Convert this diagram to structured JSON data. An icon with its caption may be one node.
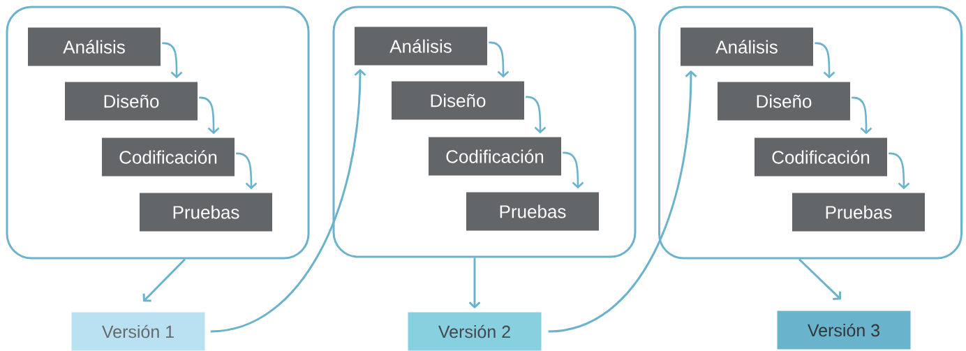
{
  "diagram": {
    "nodes": [
      {
        "text": [],
        "shape": "box"
      },
      {
        "text": [
          "Análisis"
        ],
        "in": 0
      },
      {
        "text": [
          "Diseño"
        ],
        "in": 0
      },
      {
        "text": [
          "Codificación"
        ],
        "in": 0
      },
      {
        "text": [
          "Pruebas"
        ],
        "in": 0
      },
      {
        "text": [],
        "shape": "box"
      },
      {
        "text": [
          "Análisis"
        ],
        "in": 5
      },
      {
        "text": [
          "Diseño"
        ],
        "in": 5
      },
      {
        "text": [
          "Codificación"
        ],
        "in": 5
      },
      {
        "text": [
          "Pruebas"
        ],
        "in": 5
      },
      {
        "text": [],
        "shape": "box"
      },
      {
        "text": [
          "Análisis"
        ],
        "in": 10
      },
      {
        "text": [
          "Diseño"
        ],
        "in": 10
      },
      {
        "text": [
          "Codificación"
        ],
        "in": 10
      },
      {
        "text": [
          "Pruebas"
        ],
        "in": 10
      },
      {
        "text": [
          "Versión 1"
        ]
      },
      {
        "text": [
          "Versión 2"
        ]
      },
      {
        "text": [
          "Versión 3"
        ]
      }
    ],
    "edges": [
      {
        "from": 1,
        "to": 2,
        "arrow": "to"
      },
      {
        "from": 2,
        "to": 3,
        "arrow": "to"
      },
      {
        "from": 3,
        "to": 4,
        "arrow": "to"
      },
      {
        "from": 6,
        "to": 7,
        "arrow": "to"
      },
      {
        "from": 7,
        "to": 8,
        "arrow": "to"
      },
      {
        "from": 8,
        "to": 9,
        "arrow": "to"
      },
      {
        "from": 11,
        "to": 12,
        "arrow": "to"
      },
      {
        "from": 12,
        "to": 13,
        "arrow": "to"
      },
      {
        "from": 13,
        "to": 14,
        "arrow": "to"
      },
      {
        "from": 0,
        "to": 15,
        "arrow": "to"
      },
      {
        "from": 15,
        "to": 6,
        "arrow": "to"
      },
      {
        "from": 5,
        "to": 16,
        "arrow": "to"
      },
      {
        "from": 16,
        "to": 11,
        "arrow": "to"
      },
      {
        "from": 10,
        "to": 17,
        "arrow": "to"
      }
    ]
  }
}
